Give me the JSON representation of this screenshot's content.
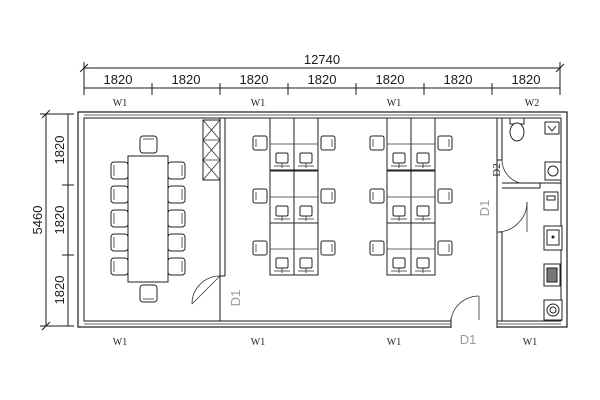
{
  "dimensions": {
    "total_width": "12740",
    "segments": [
      "1820",
      "1820",
      "1820",
      "1820",
      "1820",
      "1820",
      "1820"
    ],
    "total_height": "5460",
    "height_segments": [
      "1820",
      "1820",
      "1820"
    ]
  },
  "window_labels": {
    "top": [
      "W1",
      "W1",
      "W1",
      "W2"
    ],
    "bottom": [
      "W1",
      "W1",
      "W1",
      "W1"
    ]
  },
  "door_labels": {
    "meeting_room_door": "D1",
    "office_right_door": "D1",
    "bottom_door": "D1",
    "toilet_door": "D2"
  }
}
